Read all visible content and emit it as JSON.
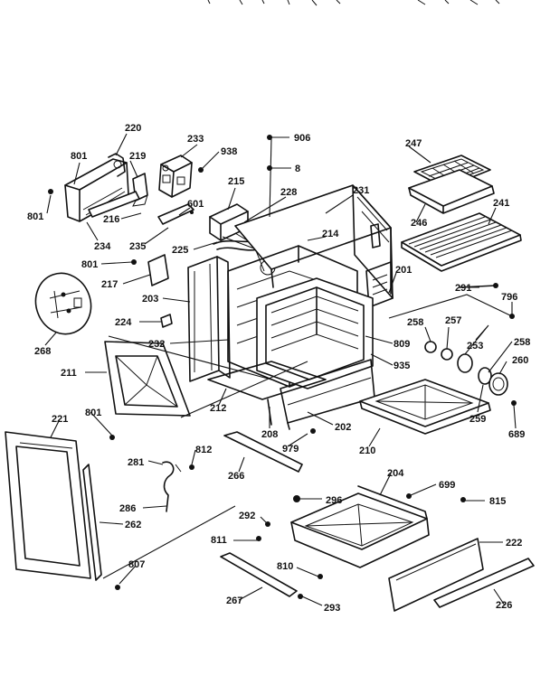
{
  "labels": [
    {
      "id": "220",
      "text": "220"
    },
    {
      "id": "233",
      "text": "233"
    },
    {
      "id": "938",
      "text": "938"
    },
    {
      "id": "906",
      "text": "906"
    },
    {
      "id": "8",
      "text": "8"
    },
    {
      "id": "247",
      "text": "247"
    },
    {
      "id": "801a",
      "text": "801"
    },
    {
      "id": "219",
      "text": "219"
    },
    {
      "id": "215",
      "text": "215"
    },
    {
      "id": "228",
      "text": "228"
    },
    {
      "id": "231",
      "text": "231"
    },
    {
      "id": "801b",
      "text": "801"
    },
    {
      "id": "216",
      "text": "216"
    },
    {
      "id": "601",
      "text": "601"
    },
    {
      "id": "246",
      "text": "246"
    },
    {
      "id": "241",
      "text": "241"
    },
    {
      "id": "234",
      "text": "234"
    },
    {
      "id": "235",
      "text": "235"
    },
    {
      "id": "214",
      "text": "214"
    },
    {
      "id": "225",
      "text": "225"
    },
    {
      "id": "801c",
      "text": "801"
    },
    {
      "id": "201",
      "text": "201"
    },
    {
      "id": "217",
      "text": "217"
    },
    {
      "id": "291",
      "text": "291"
    },
    {
      "id": "796",
      "text": "796"
    },
    {
      "id": "203",
      "text": "203"
    },
    {
      "id": "268",
      "text": "268"
    },
    {
      "id": "224",
      "text": "224"
    },
    {
      "id": "258a",
      "text": "258"
    },
    {
      "id": "257",
      "text": "257"
    },
    {
      "id": "232",
      "text": "232"
    },
    {
      "id": "809",
      "text": "809"
    },
    {
      "id": "253",
      "text": "253"
    },
    {
      "id": "258b",
      "text": "258"
    },
    {
      "id": "935",
      "text": "935"
    },
    {
      "id": "260",
      "text": "260"
    },
    {
      "id": "211",
      "text": "211"
    },
    {
      "id": "212",
      "text": "212"
    },
    {
      "id": "801d",
      "text": "801"
    },
    {
      "id": "259",
      "text": "259"
    },
    {
      "id": "202",
      "text": "202"
    },
    {
      "id": "689",
      "text": "689"
    },
    {
      "id": "208",
      "text": "208"
    },
    {
      "id": "221",
      "text": "221"
    },
    {
      "id": "979",
      "text": "979"
    },
    {
      "id": "210",
      "text": "210"
    },
    {
      "id": "812",
      "text": "812"
    },
    {
      "id": "281",
      "text": "281"
    },
    {
      "id": "266",
      "text": "266"
    },
    {
      "id": "204",
      "text": "204"
    },
    {
      "id": "699",
      "text": "699"
    },
    {
      "id": "286",
      "text": "286"
    },
    {
      "id": "296",
      "text": "296"
    },
    {
      "id": "815",
      "text": "815"
    },
    {
      "id": "262",
      "text": "262"
    },
    {
      "id": "292",
      "text": "292"
    },
    {
      "id": "811",
      "text": "811"
    },
    {
      "id": "222",
      "text": "222"
    },
    {
      "id": "807",
      "text": "807"
    },
    {
      "id": "810",
      "text": "810"
    },
    {
      "id": "267",
      "text": "267"
    },
    {
      "id": "293",
      "text": "293"
    },
    {
      "id": "226",
      "text": "226"
    }
  ]
}
